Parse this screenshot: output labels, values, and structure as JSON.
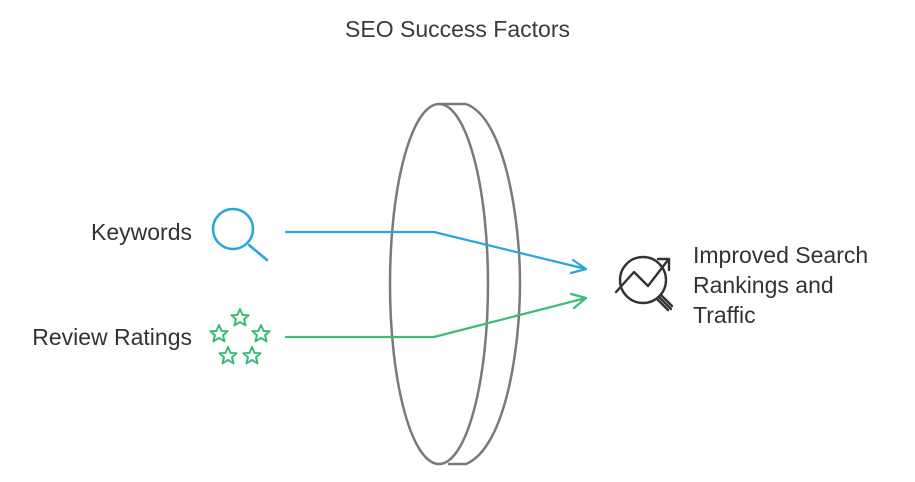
{
  "diagram": {
    "title": "SEO Success Factors",
    "inputs": [
      {
        "label": "Keywords",
        "icon": "magnifier-icon",
        "color": "#29a8d8"
      },
      {
        "label": "Review Ratings",
        "icon": "stars-icon",
        "color": "#3dbb77"
      }
    ],
    "lens": {
      "stroke": "#7a7a7a"
    },
    "output": {
      "label_lines": [
        "Improved Search",
        "Rankings and",
        "Traffic"
      ],
      "icon": "trend-search-icon"
    }
  }
}
